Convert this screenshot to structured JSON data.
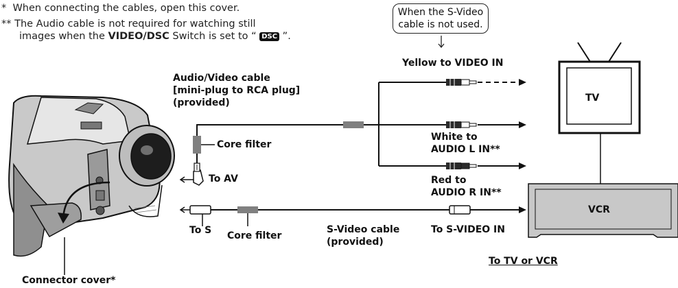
{
  "notes": [
    {
      "marker": "*",
      "text": "When connecting the cables, open this cover."
    },
    {
      "marker": "**",
      "text_1": "The Audio cable is not required for watching still",
      "text_2a": "images when the ",
      "switch_name": "VIDEO/DSC",
      "text_2b": " Switch is set to “ ",
      "badge": "DSC",
      "text_2c": " ”."
    }
  ],
  "bubble": {
    "line_1": "When the S-Video",
    "line_2": "cable is not used."
  },
  "labels": {
    "av_cable_1": "Audio/Video cable",
    "av_cable_2": "[mini-plug to RCA plug]",
    "av_cable_3": "(provided)",
    "core_filter_top": "Core filter",
    "to_av": "To AV",
    "yellow": "Yellow to VIDEO IN",
    "white_1": "White to",
    "white_2": "AUDIO L IN**",
    "red_1": "Red to",
    "red_2": "AUDIO R IN**",
    "tv": "TV",
    "vcr": "VCR",
    "to_s": "To S",
    "core_filter_bottom": "Core filter",
    "s_video_cable_1": "S-Video cable",
    "s_video_cable_2": "(provided)",
    "to_s_video_in": "To S-VIDEO IN",
    "to_tv_or_vcr": "To TV or VCR",
    "connector_cover": "Connector cover*"
  }
}
